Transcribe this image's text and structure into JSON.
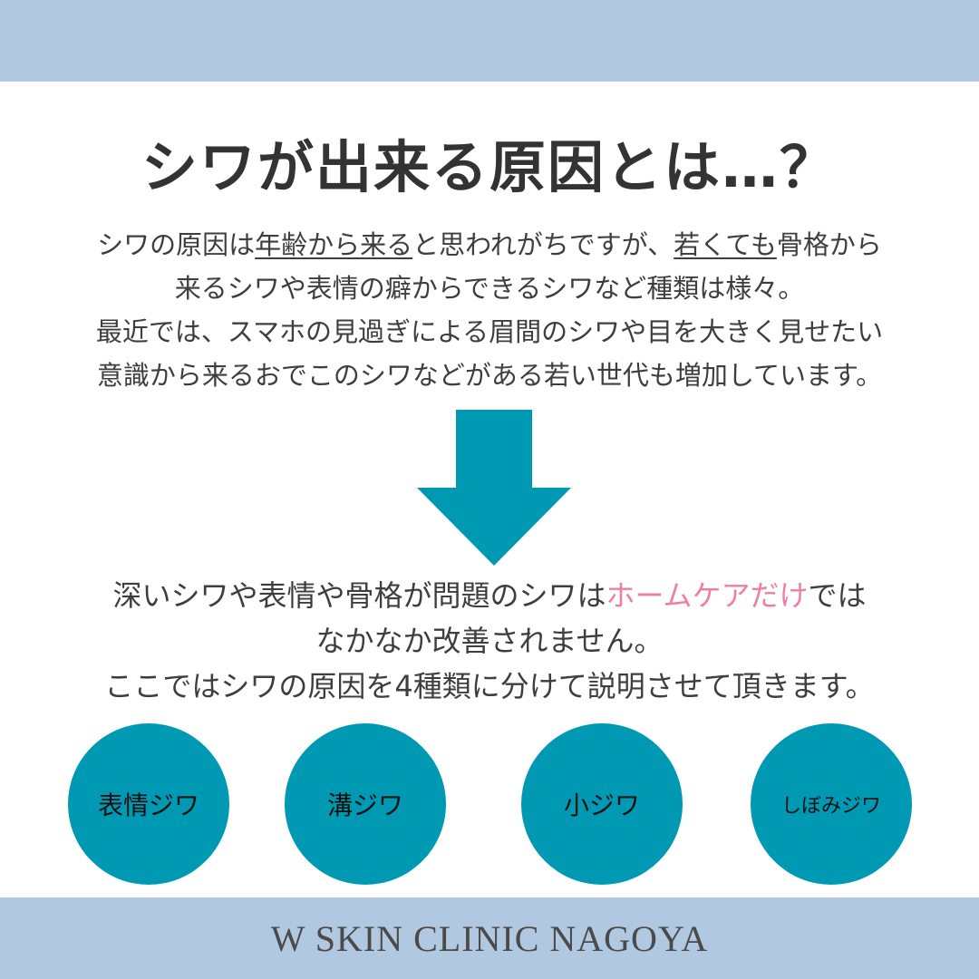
{
  "title": "シワが出来る原因とは…？",
  "intro": {
    "line1": {
      "a": "シワの原因は",
      "b": "年齢から来る",
      "c": "と思われがちですが、",
      "d": "若くても",
      "e": "骨格から"
    },
    "line2": "来るシワや表情の癖からできるシワなど種類は様々。",
    "line3": "最近では、スマホの見過ぎによる眉間のシワや目を大きく見せたい",
    "line4": "意識から来るおでこのシワなどがある若い世代も増加しています。"
  },
  "summary": {
    "line1": {
      "a": "深いシワや表情や骨格が問題のシワは",
      "b": "ホームケアだけ",
      "c": "では"
    },
    "line2": "なかなか改善されません。",
    "line3": "ここではシワの原因を4種類に分けて説明させて頂きます。"
  },
  "types": [
    "表情ジワ",
    "溝ジワ",
    "小ジワ",
    "しぼみジワ"
  ],
  "footer": "W SKIN CLINIC NAGOYA",
  "colors": {
    "band": "#b0c8e0",
    "teal": "#0099b4",
    "pink_highlight": "#ef7fa2"
  },
  "icons": {
    "arrow": "down-arrow-icon"
  }
}
